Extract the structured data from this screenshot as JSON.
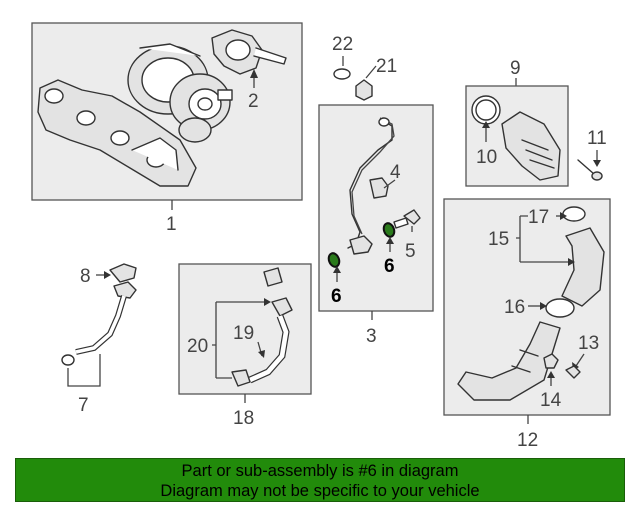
{
  "callouts": {
    "c1": "1",
    "c2": "2",
    "c3": "3",
    "c4": "4",
    "c5": "5",
    "c6a": "6",
    "c6b": "6",
    "c7": "7",
    "c8": "8",
    "c9": "9",
    "c10": "10",
    "c11": "11",
    "c12": "12",
    "c13": "13",
    "c14": "14",
    "c15": "15",
    "c16": "16",
    "c17": "17",
    "c18": "18",
    "c19": "19",
    "c20": "20",
    "c21": "21",
    "c22": "22"
  },
  "highlight_part": "6",
  "colors": {
    "banner": "#228b0b",
    "highlight": "#2a7a1b",
    "panel": "#ececec"
  },
  "footer": {
    "line1": "Part or sub-assembly is #6 in diagram",
    "line2": "Diagram may not be specific to your vehicle"
  }
}
